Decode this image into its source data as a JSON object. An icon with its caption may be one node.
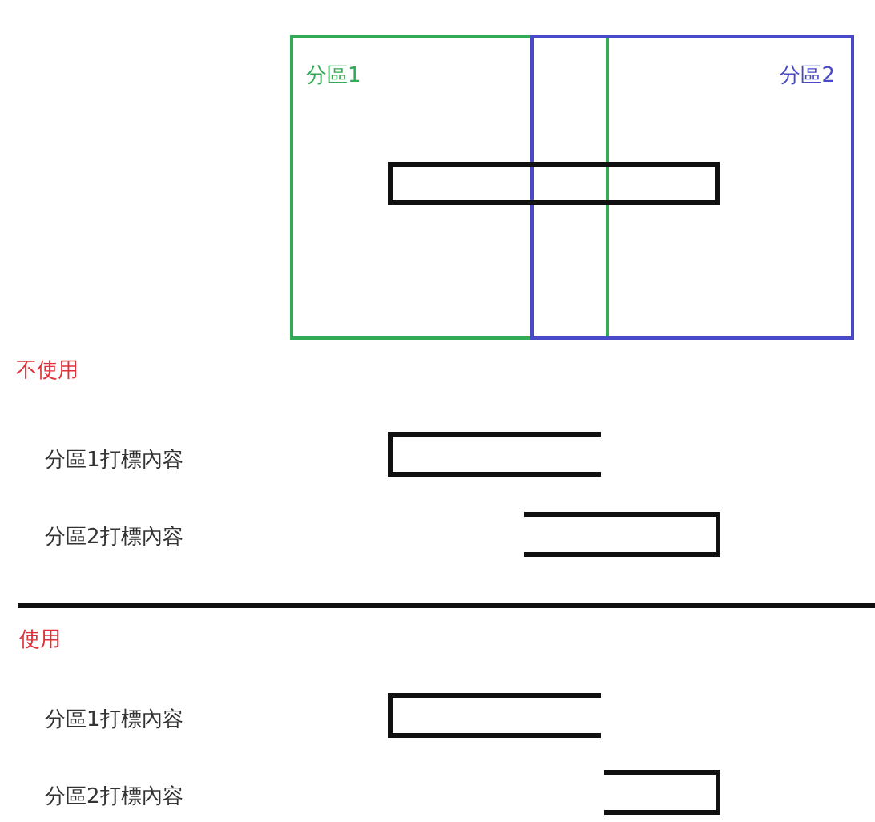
{
  "diagram": {
    "nodes": [
      {
        "text": [
          "分區1"
        ]
      },
      {
        "text": [
          "分區2"
        ]
      },
      {
        "text": [],
        "shape": "box"
      }
    ],
    "edges": [],
    "labels": [
      "不使用",
      "分區1打標內容",
      "分區2打標內容",
      "使用",
      "分區1打標內容",
      "分區2打標內容"
    ]
  }
}
